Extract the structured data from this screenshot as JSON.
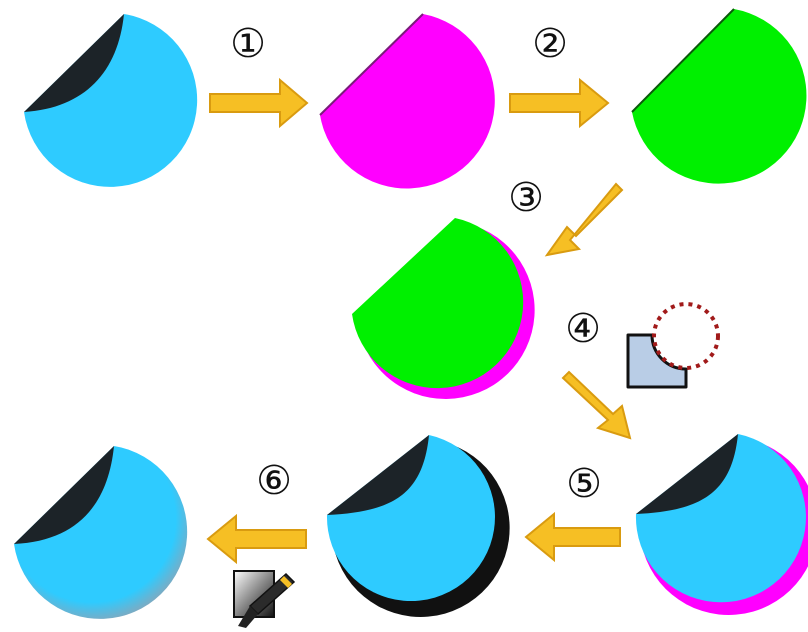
{
  "diagram": {
    "steps": [
      {
        "label": "①"
      },
      {
        "label": "②"
      },
      {
        "label": "③"
      },
      {
        "label": "④"
      },
      {
        "label": "⑤"
      },
      {
        "label": "⑥"
      }
    ],
    "icons": {
      "step4": "subtract-path-icon",
      "step6": "gradient-brush-icon"
    }
  },
  "colors": {
    "cyan": "#2ecbff",
    "magenta": "#ff00ff",
    "green": "#00f000",
    "dark": "#1c2328",
    "arrow_fill": "#f6bf24",
    "arrow_stroke": "#d99b10",
    "icon_fill": "#b9cde6",
    "dotted": "#a11a1a"
  }
}
